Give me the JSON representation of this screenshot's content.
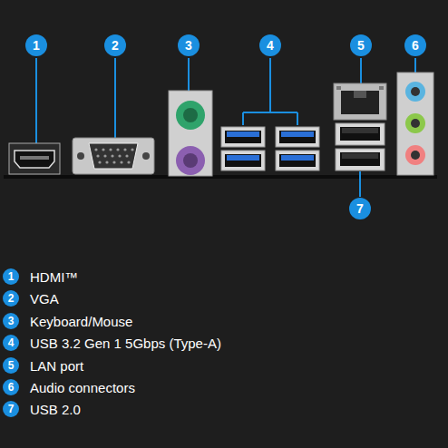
{
  "diagram": {
    "labels": [
      "1",
      "2",
      "3",
      "4",
      "5",
      "6",
      "7",
      "1",
      "HDMI™",
      "2",
      "VGA",
      "3",
      "Keyboard/Mouse",
      "4",
      "USB 3.2 Gen 1 5Gbps (Type-A)",
      "5",
      "LAN port",
      "6",
      "Audio connectors",
      "7",
      "USB 2.0"
    ]
  }
}
